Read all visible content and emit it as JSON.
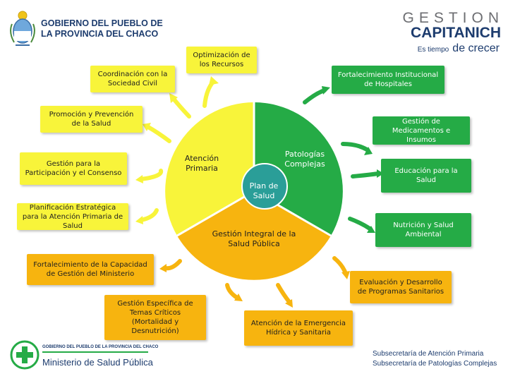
{
  "header": {
    "gov_line1": "GOBIERNO DEL PUEBLO DE",
    "gov_line2": "LA PROVINCIA DEL CHACO",
    "brand_top": "GESTION",
    "brand_main": "CAPITANICH",
    "tagline_small": "Es tiempo",
    "tagline_big": "de crecer"
  },
  "center": {
    "label": "Plan de Salud",
    "segments": [
      {
        "label": "Atención Primaria",
        "color": "#f8f43a"
      },
      {
        "label": "Patologías Complejas",
        "color": "#25ab46"
      },
      {
        "label": "Gestión Integral de la Salud Pública",
        "color": "#f7b40f"
      }
    ]
  },
  "boxes": {
    "optimizacion": "Optimización de los Recursos",
    "coordinacion": "Coordinación con la Sociedad Civil",
    "fortalecimiento_hospitales": "Fortalecimiento Institucional de Hospitales",
    "promocion": "Promoción y Prevención de la Salud",
    "medicamentos": "Gestión de Medicamentos e Insumos",
    "participacion": "Gestión para la Participación y el Consenso",
    "educacion": "Educación para la Salud",
    "planificacion": "Planificación Estratégica para la Atención Primaria de Salud",
    "nutricion": "Nutrición y Salud Ambiental",
    "capacidad": "Fortalecimiento de la Capacidad de Gestión del Ministerio",
    "evaluacion": "Evaluación y Desarrollo de Programas Sanitarios",
    "temas_criticos": "Gestión Específica de Temas Críticos (Mortalidad y Desnutrición)",
    "emergencia": "Atención de la Emergencia Hídrica y Sanitaria"
  },
  "footer": {
    "ministry_small": "GOBIERNO DEL PUEBLO DE LA PROVINCIA DEL CHACO",
    "ministry": "Ministerio de Salud Pública",
    "sub1": "Subsecretaría de Atención Primaria",
    "sub2": "Subsecretaría de Patologías Complejas"
  },
  "colors": {
    "yellow": "#f8f43a",
    "green": "#25ab46",
    "orange": "#f7b40f",
    "navy": "#1d3c6e"
  }
}
